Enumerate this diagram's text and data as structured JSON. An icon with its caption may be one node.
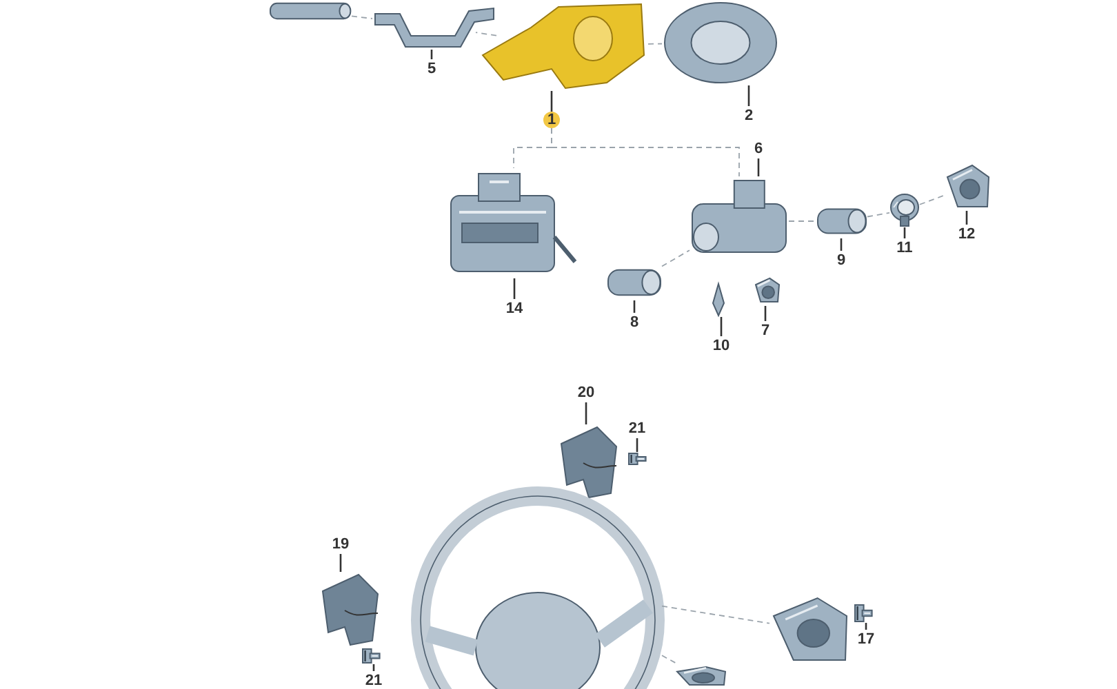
{
  "diagram": {
    "nodes": [
      {
        "text": [],
        "shape": "picture"
      },
      {
        "text": [],
        "shape": "picture"
      },
      {
        "text": [],
        "shape": "picture"
      },
      {
        "text": [],
        "shape": "picture"
      },
      {
        "text": [
          "5"
        ]
      },
      {
        "text": [
          "2"
        ]
      },
      {
        "text": [
          "1"
        ]
      },
      {
        "text": [
          "6"
        ]
      },
      {
        "text": [],
        "shape": "picture"
      },
      {
        "text": [],
        "shape": "picture"
      },
      {
        "text": [],
        "shape": "picture"
      },
      {
        "text": [],
        "shape": "picture"
      },
      {
        "text": [],
        "shape": "picture"
      },
      {
        "text": [
          "12"
        ]
      },
      {
        "text": [
          "11"
        ]
      },
      {
        "text": [
          "9"
        ]
      },
      {
        "text": [],
        "shape": "picture"
      },
      {
        "text": [],
        "shape": "picture"
      },
      {
        "text": [],
        "shape": "picture"
      },
      {
        "text": [
          "14"
        ]
      },
      {
        "text": [
          "8"
        ]
      },
      {
        "text": [
          "7"
        ]
      },
      {
        "text": [
          "10"
        ]
      },
      {
        "text": [
          "20"
        ]
      },
      {
        "text": [
          "21"
        ]
      },
      {
        "text": [],
        "shape": "picture"
      },
      {
        "text": [],
        "shape": "picture"
      },
      {
        "text": [],
        "shape": "picture"
      },
      {
        "text": [
          "19"
        ]
      },
      {
        "text": [],
        "shape": "picture"
      },
      {
        "text": [],
        "shape": "picture"
      },
      {
        "text": [],
        "shape": "picture"
      },
      {
        "text": [
          "17"
        ]
      },
      {
        "text": [],
        "shape": "picture"
      },
      {
        "text": [
          "21"
        ]
      },
      {
        "text": [],
        "shape": "picture"
      }
    ],
    "edges": [
      {
        "from": 4,
        "to": 1,
        "arrow": "none"
      },
      {
        "from": 5,
        "to": 3,
        "arrow": "none"
      },
      {
        "from": 6,
        "to": 2,
        "arrow": "none"
      },
      {
        "from": 7,
        "to": 10,
        "arrow": "none"
      },
      {
        "from": 13,
        "to": 9,
        "arrow": "none"
      },
      {
        "from": 14,
        "to": 11,
        "arrow": "none"
      },
      {
        "from": 15,
        "to": 12,
        "arrow": "none"
      },
      {
        "from": 19,
        "to": 8,
        "arrow": "none"
      },
      {
        "from": 20,
        "to": 16,
        "arrow": "none"
      },
      {
        "from": 21,
        "to": 17,
        "arrow": "none"
      },
      {
        "from": 22,
        "to": 18,
        "arrow": "none"
      },
      {
        "from": 23,
        "to": 25,
        "arrow": "none"
      },
      {
        "from": 24,
        "to": 26,
        "arrow": "none"
      },
      {
        "from": 28,
        "to": 29,
        "arrow": "none"
      },
      {
        "from": 32,
        "to": 31,
        "arrow": "none"
      },
      {
        "from": 34,
        "to": 33,
        "arrow": "none"
      },
      {
        "from": 0,
        "to": 1,
        "arrow": "none",
        "style": "dashed",
        "color": "#9aa3ab"
      },
      {
        "from": 1,
        "to": 2,
        "arrow": "none",
        "style": "dashed",
        "color": "#9aa3ab"
      },
      {
        "from": 2,
        "to": 3,
        "arrow": "none",
        "style": "dashed",
        "color": "#9aa3ab"
      },
      {
        "from": 6,
        "to": 8,
        "arrow": "none",
        "style": "dashed",
        "color": "#9aa3ab"
      },
      {
        "from": 6,
        "to": 10,
        "arrow": "none",
        "style": "dashed",
        "color": "#9aa3ab"
      },
      {
        "from": 16,
        "to": 10,
        "arrow": "none",
        "style": "dashed",
        "color": "#9aa3ab"
      },
      {
        "from": 10,
        "to": 12,
        "arrow": "none",
        "style": "dashed",
        "color": "#9aa3ab"
      },
      {
        "from": 12,
        "to": 11,
        "arrow": "none",
        "style": "dashed",
        "color": "#9aa3ab"
      },
      {
        "from": 11,
        "to": 9,
        "arrow": "none",
        "style": "dashed",
        "color": "#9aa3ab"
      },
      {
        "from": 27,
        "to": 30,
        "arrow": "none",
        "style": "dashed",
        "color": "#9aa3ab"
      },
      {
        "from": 27,
        "to": 35,
        "arrow": "none",
        "style": "dashed",
        "color": "#9aa3ab"
      }
    ]
  }
}
